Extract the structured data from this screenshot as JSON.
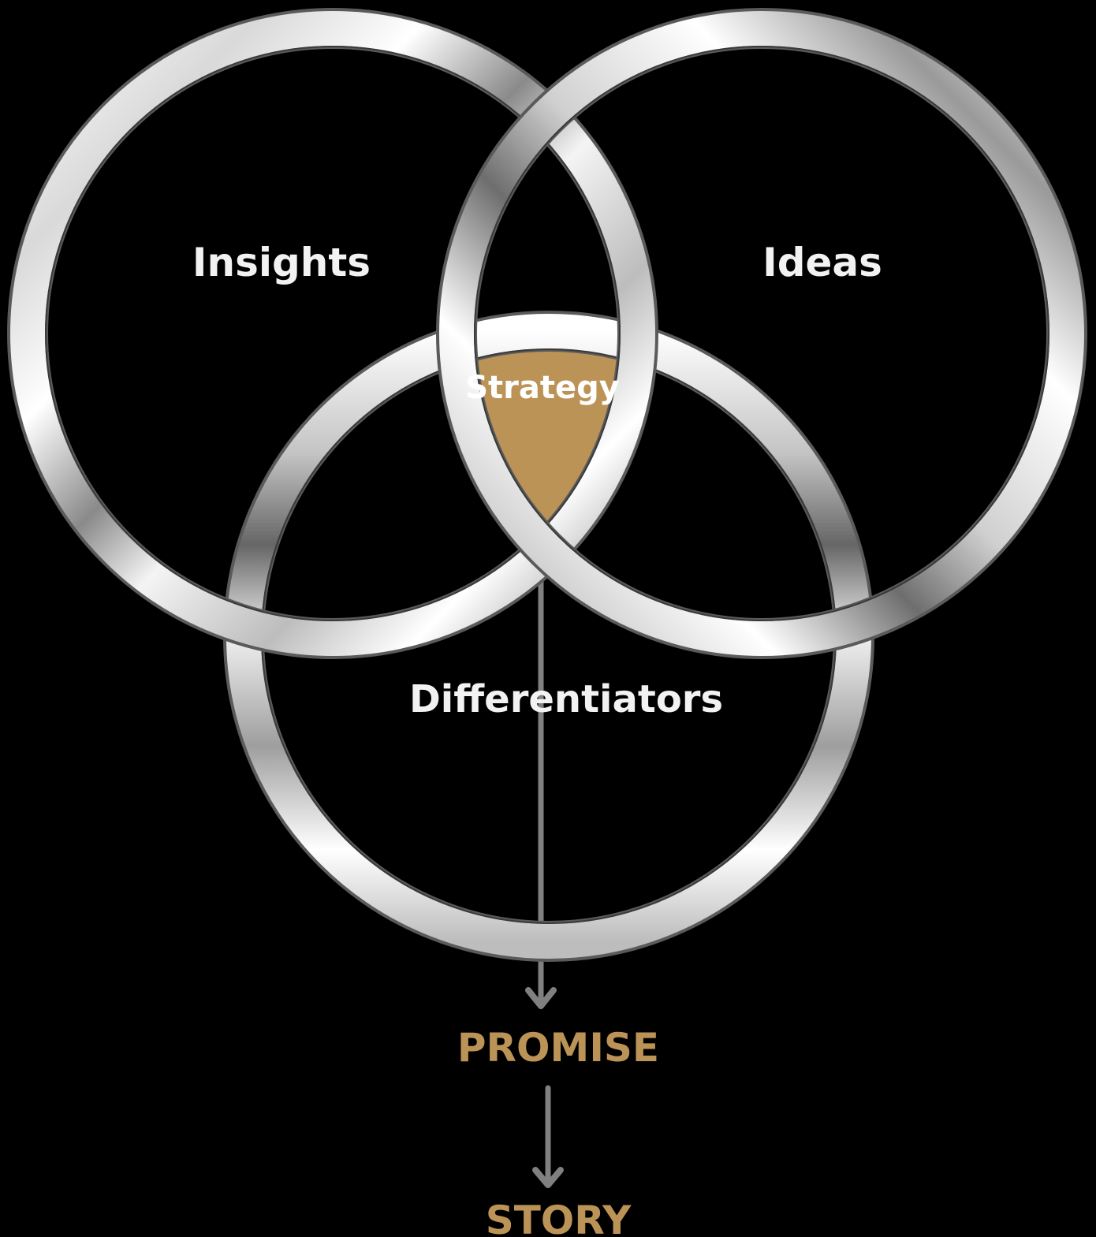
{
  "diagram": {
    "circles": [
      {
        "id": "insights",
        "label": "Insights"
      },
      {
        "id": "ideas",
        "label": "Ideas"
      },
      {
        "id": "differentiators",
        "label": "Differentiators"
      }
    ],
    "center_label": "Strategy",
    "flow": [
      {
        "label": "PROMISE"
      },
      {
        "label": "STORY"
      }
    ]
  },
  "colors": {
    "background": "#000000",
    "ring_light": "#ffffff",
    "ring_mid": "#cfcfcf",
    "ring_dark": "#4a4a4a",
    "accent": "#bc9357",
    "label_text": "#f2f2f2",
    "arrow": "#808080"
  }
}
